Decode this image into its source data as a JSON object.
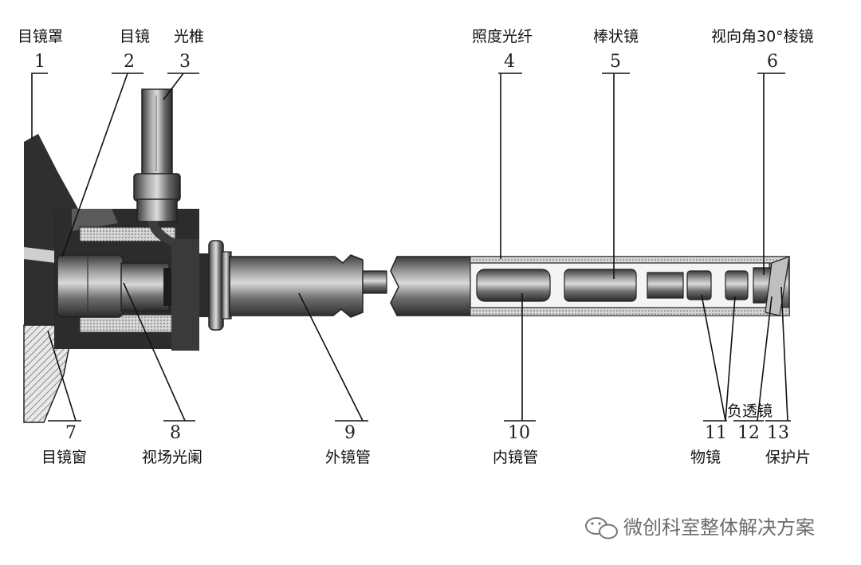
{
  "labels": {
    "eyepiece_cover": "目镜罩",
    "eyepiece": "目镜",
    "light_cone": "光椎",
    "illumination_fiber": "照度光纤",
    "rod_lens": "棒状镜",
    "prism_30": "视向角30°棱镜",
    "eyepiece_window": "目镜窗",
    "field_stop": "视场光阑",
    "outer_tube": "外镜管",
    "inner_tube": "内镜管",
    "objective": "物镜",
    "negative_lens": "负透镜",
    "protective_sheet": "保护片"
  },
  "numbers": {
    "n1": "1",
    "n2": "2",
    "n3": "3",
    "n4": "4",
    "n5": "5",
    "n6": "6",
    "n7": "7",
    "n8": "8",
    "n9": "9",
    "n10": "10",
    "n11": "11",
    "n12": "12",
    "n13": "13"
  },
  "watermark": {
    "text": "微创科室整体解决方案",
    "icon": "wechat-icon"
  }
}
